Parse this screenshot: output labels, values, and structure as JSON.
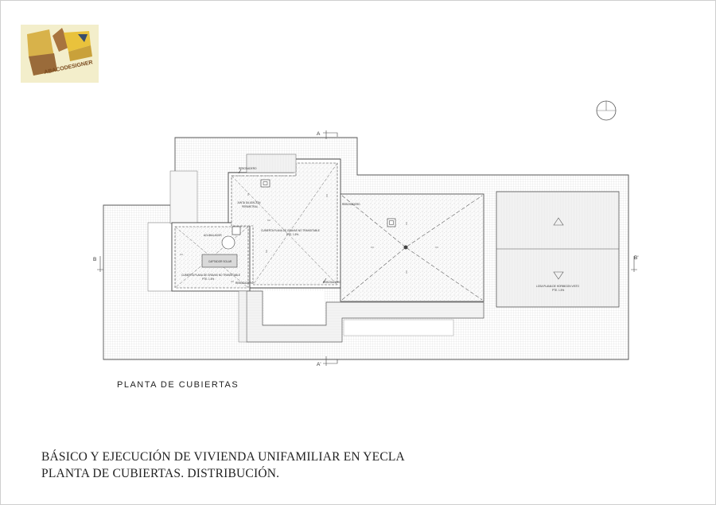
{
  "logo": {
    "text": "ABACODESIGNER",
    "color_yellow": "#e9c23c",
    "color_brown": "#9a6b3a",
    "bg": "#f3eecb"
  },
  "plan_caption": "PLANTA DE CUBIERTAS",
  "titles": {
    "line1": "BÁSICO Y EJECUCIÓN DE VIVIENDA UNIFAMILIAR EN YECLA",
    "line2": "PLANTA DE CUBIERTAS. DISTRIBUCIÓN."
  },
  "section_marks": {
    "a_top": "A",
    "a_bottom": "A'",
    "b_left": "B",
    "b_right": "B'"
  },
  "plan_labels": {
    "rebosadero": "REBOSADERO",
    "junta_dilatacion_1": "JUNTA DILATACION",
    "junta_dilatacion_2": "PERIMETRAL",
    "cubierta_grava_1": "CUBIERTA PLANA DE GRAVAS NO TRANSITABLE",
    "cubierta_grava_pte": "PTE. 1.5%",
    "acumulador": "ACUMULADOR",
    "captador_solar": "CAPTADOR SOLAR",
    "losa_1": "LOSA PLANA DE HORMIGON VISTO",
    "losa_pte": "PTE. 1.5%"
  }
}
